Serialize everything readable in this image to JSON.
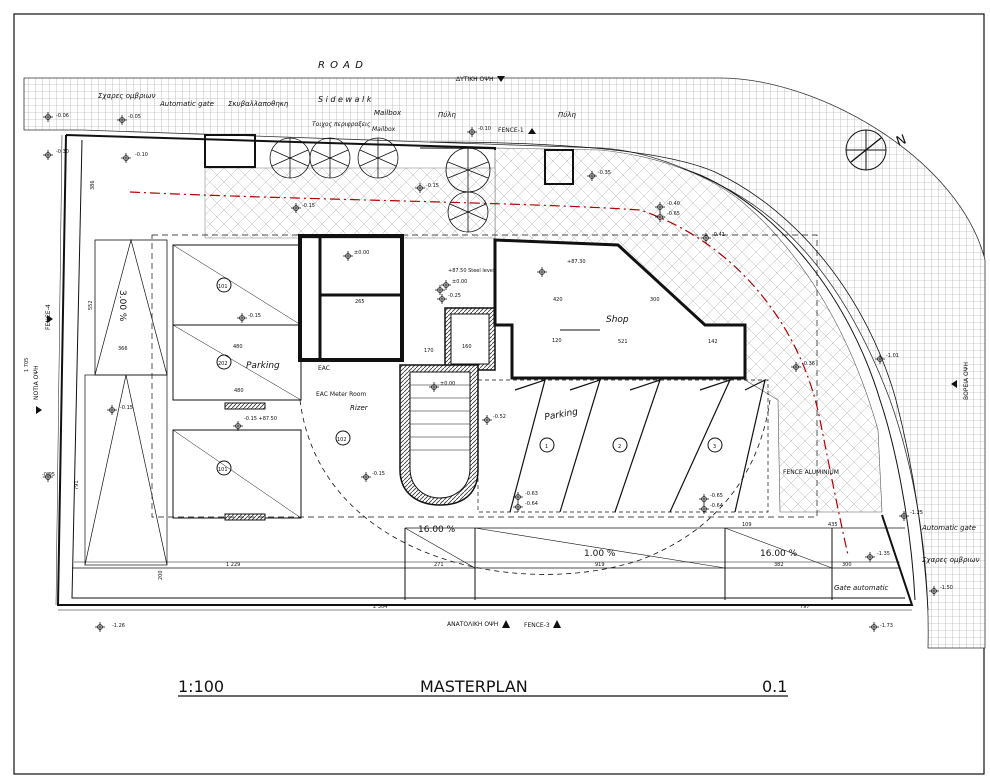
{
  "road_label": "R O A D",
  "sidewalk_label": "S i d e w a l k",
  "north_symbol": "N",
  "views": {
    "west": "ΔΥΤΙΚΗ ΟΨΗ",
    "east": "ΑΝΑΤΟΛΙΚΗ ΟΨΗ",
    "south": "ΝΟΤΙΑ ΟΨΗ",
    "north": "ΒΟΡΕΙΑ ΟΨΗ"
  },
  "fences": {
    "f1": "FENCE-1",
    "f3": "FENCE-3",
    "f4": "FENCE-4",
    "aluminium": "FENCE ALUMINIUM"
  },
  "labels": {
    "rain_grates_top": "Σχαρες ομβριων",
    "auto_gate_top": "Automatic gate",
    "trash_bin": "Σκυβαλλαποθηκη",
    "mailbox": "Mailbox",
    "mailbox2": "Mailbox",
    "pyli1": "Πύλη",
    "pyli2": "Πύλη",
    "perimeter_wall": "Τοιχος περιφραξεις",
    "shop": "Shop",
    "parking_left": "Parking",
    "parking_right": "Parking",
    "eac_room": "EAC Meter Room",
    "eac": "EAC",
    "rizer": "Rizer",
    "slope_left": "16.00 %",
    "slope_mid": "1.00 %",
    "slope_right": "16.00 %",
    "slope_ramp": "3.00 %",
    "auto_gate_right": "Automatic gate",
    "rain_grates_right": "Σχαρες ομβριων",
    "gate_automatic": "Gate automatic",
    "shop_level": "+87.30",
    "steel_level": "+87.50 Steel level"
  },
  "spaces": {
    "p101a": "101",
    "p202": "202",
    "p101b": "101",
    "p102": "102",
    "p1": "1",
    "p2": "2",
    "p3": "3"
  },
  "levels": {
    "a": "-0.06",
    "b": "-0.30",
    "c": "-0.10",
    "d": "-0.15",
    "e": "-0.15",
    "f": "-0.95",
    "g": "-0.15",
    "h": "-0.15",
    "i": "-0.10",
    "j": "-0.05",
    "k": "-0.40",
    "l": "-0.65",
    "m": "-0.35",
    "n": "-0.36",
    "o": "-1.01",
    "p": "-0.63",
    "q": "-0.64",
    "r": "-0.65",
    "s": "-0.64",
    "t": "-1.25",
    "u": "-1.35",
    "v": "-1.50",
    "w": "-1.26",
    "x": "-1.73",
    "y": "±0.00",
    "z": "±0.00",
    "aa": "±0.00",
    "ab": "-0.15",
    "ac": "-0.25",
    "ad": "-0.41",
    "ae": "-0.52",
    "af": "-0.15 +87.50"
  },
  "dims": {
    "total_bottom_left": "2 304",
    "total_bottom_right": "797",
    "d1229": "1 229",
    "d271": "271",
    "d919": "919",
    "d382": "382",
    "d300": "300",
    "d480a": "480",
    "d480b": "480",
    "d366": "366",
    "d420": "420",
    "d300b": "300",
    "d521": "521",
    "d265": "265",
    "d170": "170",
    "d160": "160",
    "d120": "120",
    "d142": "142",
    "d109": "109",
    "d435": "435",
    "d1705": "1 705",
    "d791": "791",
    "d552": "552",
    "d386": "386",
    "d200": "200"
  },
  "title_block": {
    "scale": "1:100",
    "title": "MASTERPLAN",
    "sheet": "0.1"
  },
  "colors": {
    "line": "#111111",
    "axis_dash": "#b00000",
    "hatch": "#9a9a9a"
  }
}
